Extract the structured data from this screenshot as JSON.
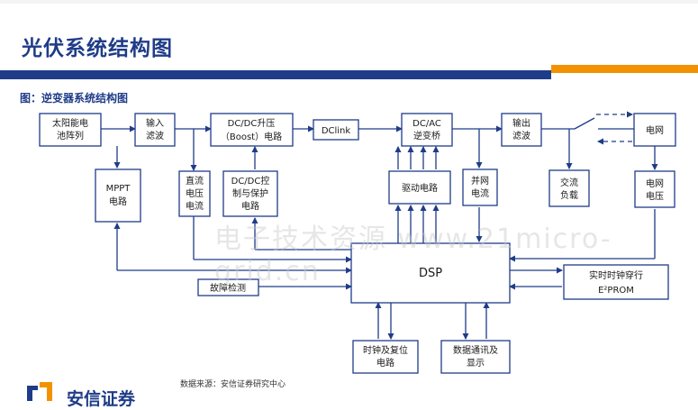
{
  "header": {
    "title": "光伏系统结构图",
    "subtitle": "图：逆变器系统结构图"
  },
  "diagram": {
    "boxes": {
      "pv_array": [
        "太阳能电",
        "池阵列"
      ],
      "input_filter": [
        "输入",
        "滤波"
      ],
      "boost": [
        "DC/DC升压",
        "（Boost）电路"
      ],
      "dclink": [
        "DClink"
      ],
      "dcac": [
        "DC/AC",
        "逆变桥"
      ],
      "output_filter": [
        "输出",
        "滤波"
      ],
      "grid": [
        "电网"
      ],
      "mppt": [
        "MPPT",
        "电路"
      ],
      "dc_current": [
        "直流",
        "电压",
        "电流"
      ],
      "dcdc_ctrl": [
        "DC/DC控",
        "制与保护",
        "电路"
      ],
      "driver": [
        "驱动电路"
      ],
      "grid_current": [
        "并网",
        "电流"
      ],
      "ac_load": [
        "交流",
        "负载"
      ],
      "grid_voltage": [
        "电网",
        "电压"
      ],
      "dsp": [
        "DSP"
      ],
      "fault": [
        "故障检测"
      ],
      "rtc": [
        "实时时钟穿行",
        "E²PROM"
      ],
      "clock_reset": [
        "时钟及复位",
        "电路"
      ],
      "comm": [
        "数据通讯及",
        "显示"
      ]
    }
  },
  "watermark": "电子技术资源 www.21micro-grid.cn",
  "footer": {
    "source": "数据来源：安信证券研究中心",
    "brand": "安信证券"
  },
  "colors": {
    "primary": "#1f3c88",
    "accent": "#f39200"
  }
}
